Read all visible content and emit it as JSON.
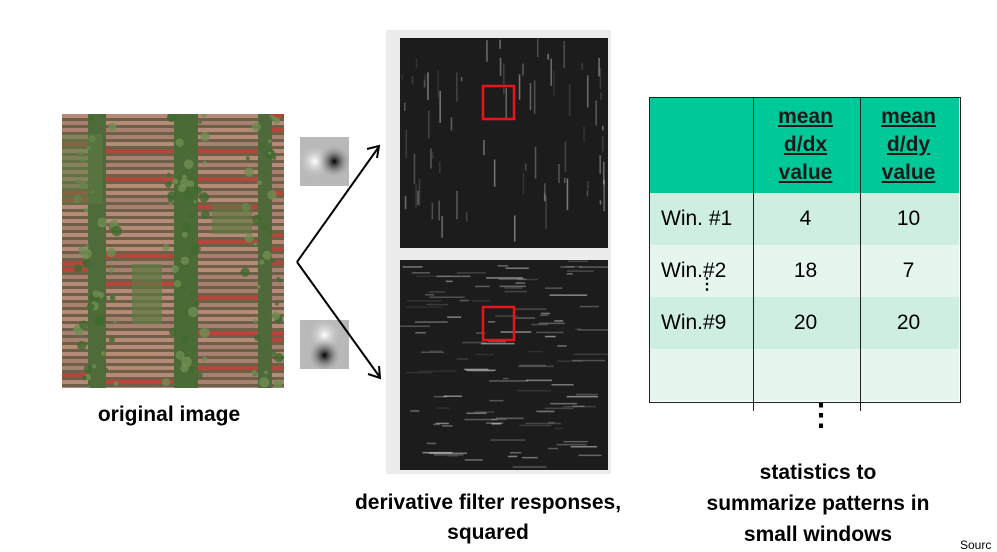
{
  "images": {
    "original": "aerial-image-brick-rows-vegetation",
    "kernel_x": "gaussian-derivative-x-kernel",
    "kernel_y": "gaussian-derivative-y-kernel",
    "response_x": "dx-response-squared",
    "response_y": "dy-response-squared"
  },
  "colors": {
    "header_bg": "#00c999",
    "row_dark": "#cfeee2",
    "row_light": "#e6f6ef",
    "highlight_box": "#e8141a",
    "response_bg": "#1c1c1c"
  },
  "captions": {
    "original": "original image",
    "responses_line1": "derivative filter responses,",
    "responses_line2": "squared",
    "stats_line1": "statistics to",
    "stats_line2": "summarize patterns in",
    "stats_line3": "small windows"
  },
  "table": {
    "headers": [
      "",
      [
        "mean",
        "d/dx",
        "value"
      ],
      [
        "mean",
        "d/dy",
        "value"
      ]
    ],
    "rows": [
      {
        "label": "Win. #1",
        "dx": "4",
        "dy": "10"
      },
      {
        "label": "Win.#2",
        "dx": "18",
        "dy": "7"
      },
      {
        "label": "Win.#9",
        "dx": "20",
        "dy": "20"
      },
      {
        "label": "",
        "dx": "",
        "dy": ""
      }
    ],
    "row_ellipsis": "⋮",
    "more_ellipsis": "⋮"
  },
  "source": "Sourc"
}
